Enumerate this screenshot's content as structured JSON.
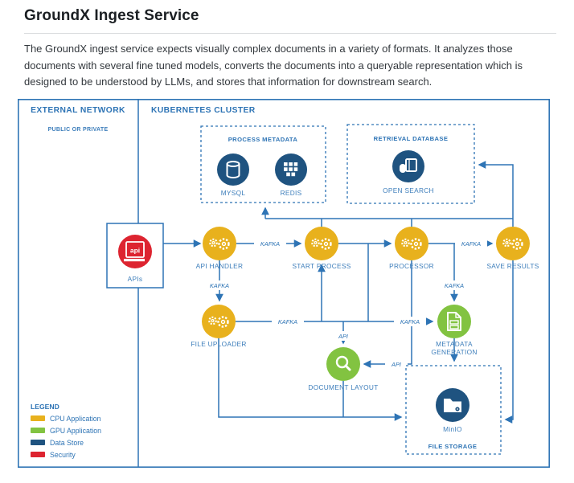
{
  "page": {
    "title": "GroundX Ingest Service",
    "description": "The GroundX ingest service expects visually complex documents in a variety of formats. It analyzes those documents with several fine tuned models, converts the documents into a queryable representation which is designed to be understood by LLMs, and stores that information for downstream search."
  },
  "diagram": {
    "external_network": {
      "title": "EXTERNAL NETWORK",
      "subtitle": "PUBLIC OR PRIVATE"
    },
    "kubernetes_cluster": {
      "title": "KUBERNETES CLUSTER"
    },
    "groups": {
      "process_metadata": {
        "title": "PROCESS METADATA"
      },
      "retrieval_database": {
        "title": "RETRIEVAL DATABASE"
      },
      "file_storage": {
        "title": "FILE STORAGE"
      }
    },
    "nodes": {
      "apis": {
        "label": "APIs",
        "icon_text": "api",
        "type": "security"
      },
      "api_handler": {
        "label": "API HANDLER",
        "type": "cpu"
      },
      "start_process": {
        "label": "START PROCESS",
        "type": "cpu"
      },
      "processor": {
        "label": "PROCESSOR",
        "type": "cpu"
      },
      "save_results": {
        "label": "SAVE RESULTS",
        "type": "cpu"
      },
      "file_uploader": {
        "label": "FILE UPLOADER",
        "type": "cpu"
      },
      "document_layout": {
        "label": "DOCUMENT LAYOUT",
        "type": "gpu"
      },
      "metadata_generation": {
        "label_line1": "METADATA",
        "label_line2": "GENERATION",
        "type": "gpu"
      },
      "mysql": {
        "label": "MYSQL",
        "type": "data_store"
      },
      "redis": {
        "label": "REDIS",
        "type": "data_store"
      },
      "open_search": {
        "label": "OPEN SEARCH",
        "type": "data_store"
      },
      "minio": {
        "label": "MinIO",
        "type": "data_store"
      }
    },
    "edge_labels": {
      "kafka_api_handler_to_start_process": "KAFKA",
      "kafka_processor_to_save_results": "KAFKA",
      "kafka_api_handler_to_file_uploader": "KAFKA",
      "kafka_row_to_metadata_generation": "KAFKA",
      "kafka_file_uploader_to_start_process": "KAFKA",
      "kafka_to_metadata_generation": "KAFKA",
      "api_to_document_layout_top": "API",
      "api_processor_to_document_layout": "API"
    },
    "legend": {
      "title": "LEGEND",
      "items": [
        {
          "label": "CPU Application",
          "color": "#E8B11D"
        },
        {
          "label": "GPU Application",
          "color": "#82C341"
        },
        {
          "label": "Data Store",
          "color": "#1F5380"
        },
        {
          "label": "Security",
          "color": "#DD2430"
        }
      ]
    },
    "colors": {
      "accent_blue": "#2E74B5",
      "cpu_yellow": "#E8B11D",
      "gpu_green": "#82C341",
      "data_store_navy": "#1F5380",
      "security_red": "#DD2430"
    }
  }
}
